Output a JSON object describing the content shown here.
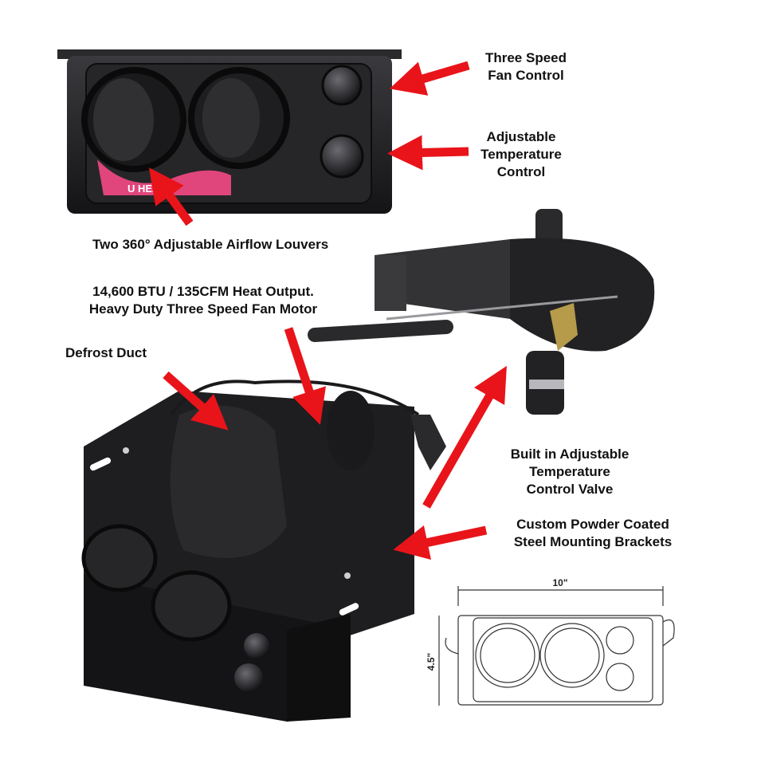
{
  "labels": {
    "fan_control": [
      "Three Speed",
      "Fan Control"
    ],
    "temp_control": [
      "Adjustable",
      "Temperature",
      "Control"
    ],
    "louvers": "Two 360° Adjustable Airflow Louvers",
    "heat_output": [
      "14,600 BTU / 135CFM Heat Output.",
      "Heavy Duty Three Speed Fan Motor"
    ],
    "defrost": "Defrost Duct",
    "valve": [
      "Built in Adjustable",
      "Temperature",
      "Control Valve"
    ],
    "brackets": [
      "Custom Powder Coated",
      "Steel Mounting Brackets"
    ]
  },
  "panel_brand": "U HEAT",
  "diagram": {
    "width_label": "10\"",
    "height_label": "4.5\""
  },
  "colors": {
    "arrow": "#e8141a",
    "brand_pink": "#e0457b",
    "body": "#1c1c1e"
  }
}
